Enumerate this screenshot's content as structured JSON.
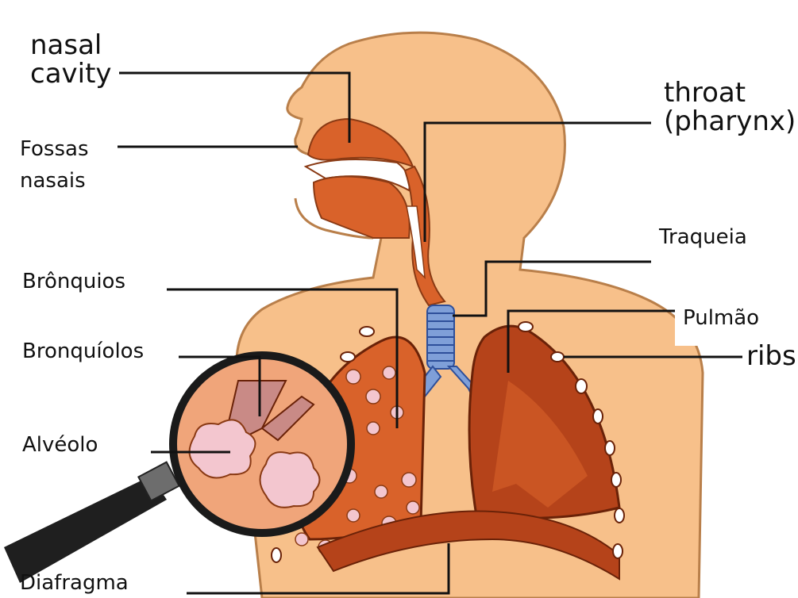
{
  "labels": {
    "nasal_cavity": [
      "nasal",
      "cavity"
    ],
    "fossas_nasais": [
      "Fossas",
      "nasais"
    ],
    "throat": [
      "throat",
      "(pharynx)"
    ],
    "traqueia": "Traqueia",
    "bronquios": "Brônquios",
    "bronquiolos": "Bronquíolos",
    "alveolo": "Alvéolo",
    "pulmao": "Pulmão",
    "ribs": "ribs",
    "diafragma": "Diafragma"
  },
  "colors": {
    "skin": "#f7c08a",
    "skin_outline": "#b97f4a",
    "lung_dark": "#b5431a",
    "lung_mid": "#d9622a",
    "airway": "#f0a57a",
    "trachea_blue": "#7f9fd8",
    "magnifier_handle": "#1f1f1f",
    "alveoli_pink": "#f3c6cf",
    "ribs_white": "#ffffff",
    "line": "#111111"
  }
}
